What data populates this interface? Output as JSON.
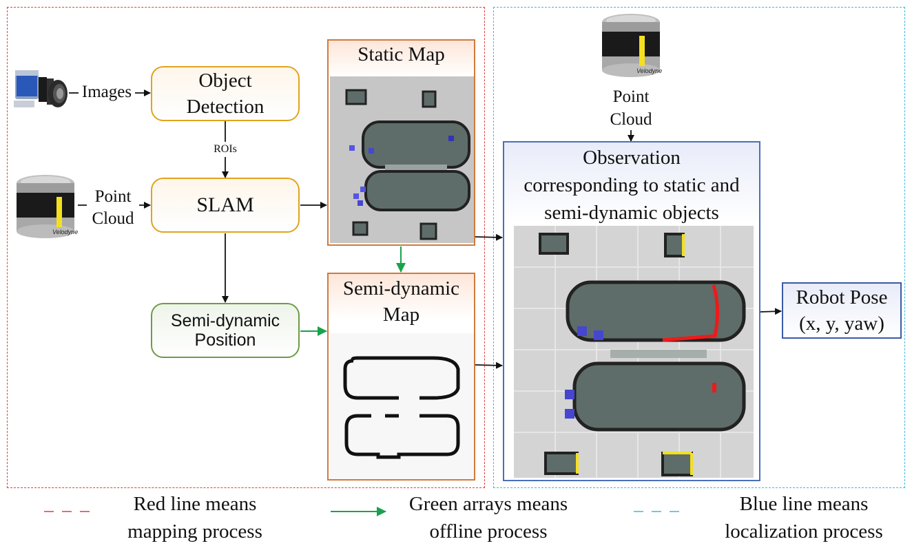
{
  "nodes": {
    "object_detection": "Object\nDetection",
    "slam": "SLAM",
    "semi_dynamic_position": "Semi-dynamic\nPosition",
    "static_map": "Static Map",
    "semi_dynamic_map": "Semi-dynamic\nMap",
    "observation": "Observation\ncorresponding to static and\nsemi-dynamic objects",
    "robot_pose": "Robot Pose\n(x, y, yaw)"
  },
  "edges": {
    "images": "Images",
    "point_cloud_left": "Point\nCloud",
    "point_cloud_top": "Point\nCloud",
    "rois": "ROIs"
  },
  "sensors": {
    "camera_icon": "camera-icon",
    "lidar_icon": "lidar-icon",
    "lidar_brand": "Velodyne"
  },
  "legend": {
    "red": "Red line means\nmapping process",
    "green": "Green arrays means\noffline process",
    "blue": "Blue line means\nlocalization process"
  },
  "colors": {
    "mapping_region": "#e03c3c",
    "localization_region": "#3cb8d6",
    "offline_arrow": "#17a34a",
    "map_panel_border": "#d07a3c",
    "observation_border": "#4b6fb5",
    "robot_pose_border": "#3a5aa5"
  }
}
